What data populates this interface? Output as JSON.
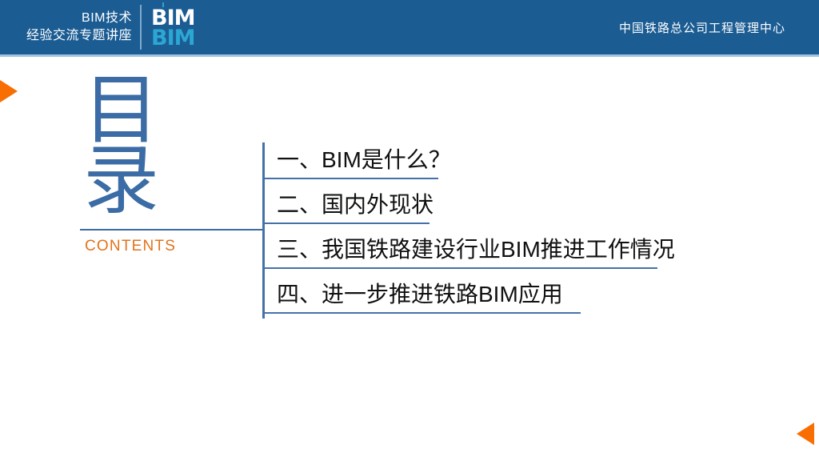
{
  "header": {
    "brand_line1": "BIM技术",
    "brand_line2": "经验交流专题讲座",
    "logo_top": "BIM",
    "logo_bottom": "BIM",
    "org": "中国铁路总公司工程管理中心",
    "bg_color": "#1b5c93",
    "accent_color": "#2ca7d4"
  },
  "contents": {
    "mark_char1": "目",
    "mark_char2": "录",
    "english_label": "CONTENTS",
    "mark_color": "#3c6ca5",
    "english_color": "#e2731b"
  },
  "toc": {
    "items": [
      {
        "label": "一、BIM是什么？",
        "rule_width": 220
      },
      {
        "label": "二、国内外现状",
        "rule_width": 209
      },
      {
        "label": "三、我国铁路建设行业BIM推进工作情况",
        "rule_width": 494
      },
      {
        "label": "四、进一步推进铁路BIM应用",
        "rule_width": 398
      }
    ],
    "line_color": "#4472a8"
  },
  "decor": {
    "arrow_color": "#f96e00",
    "left_arrow": "play-triangle-right",
    "right_arrow": "play-triangle-left"
  }
}
